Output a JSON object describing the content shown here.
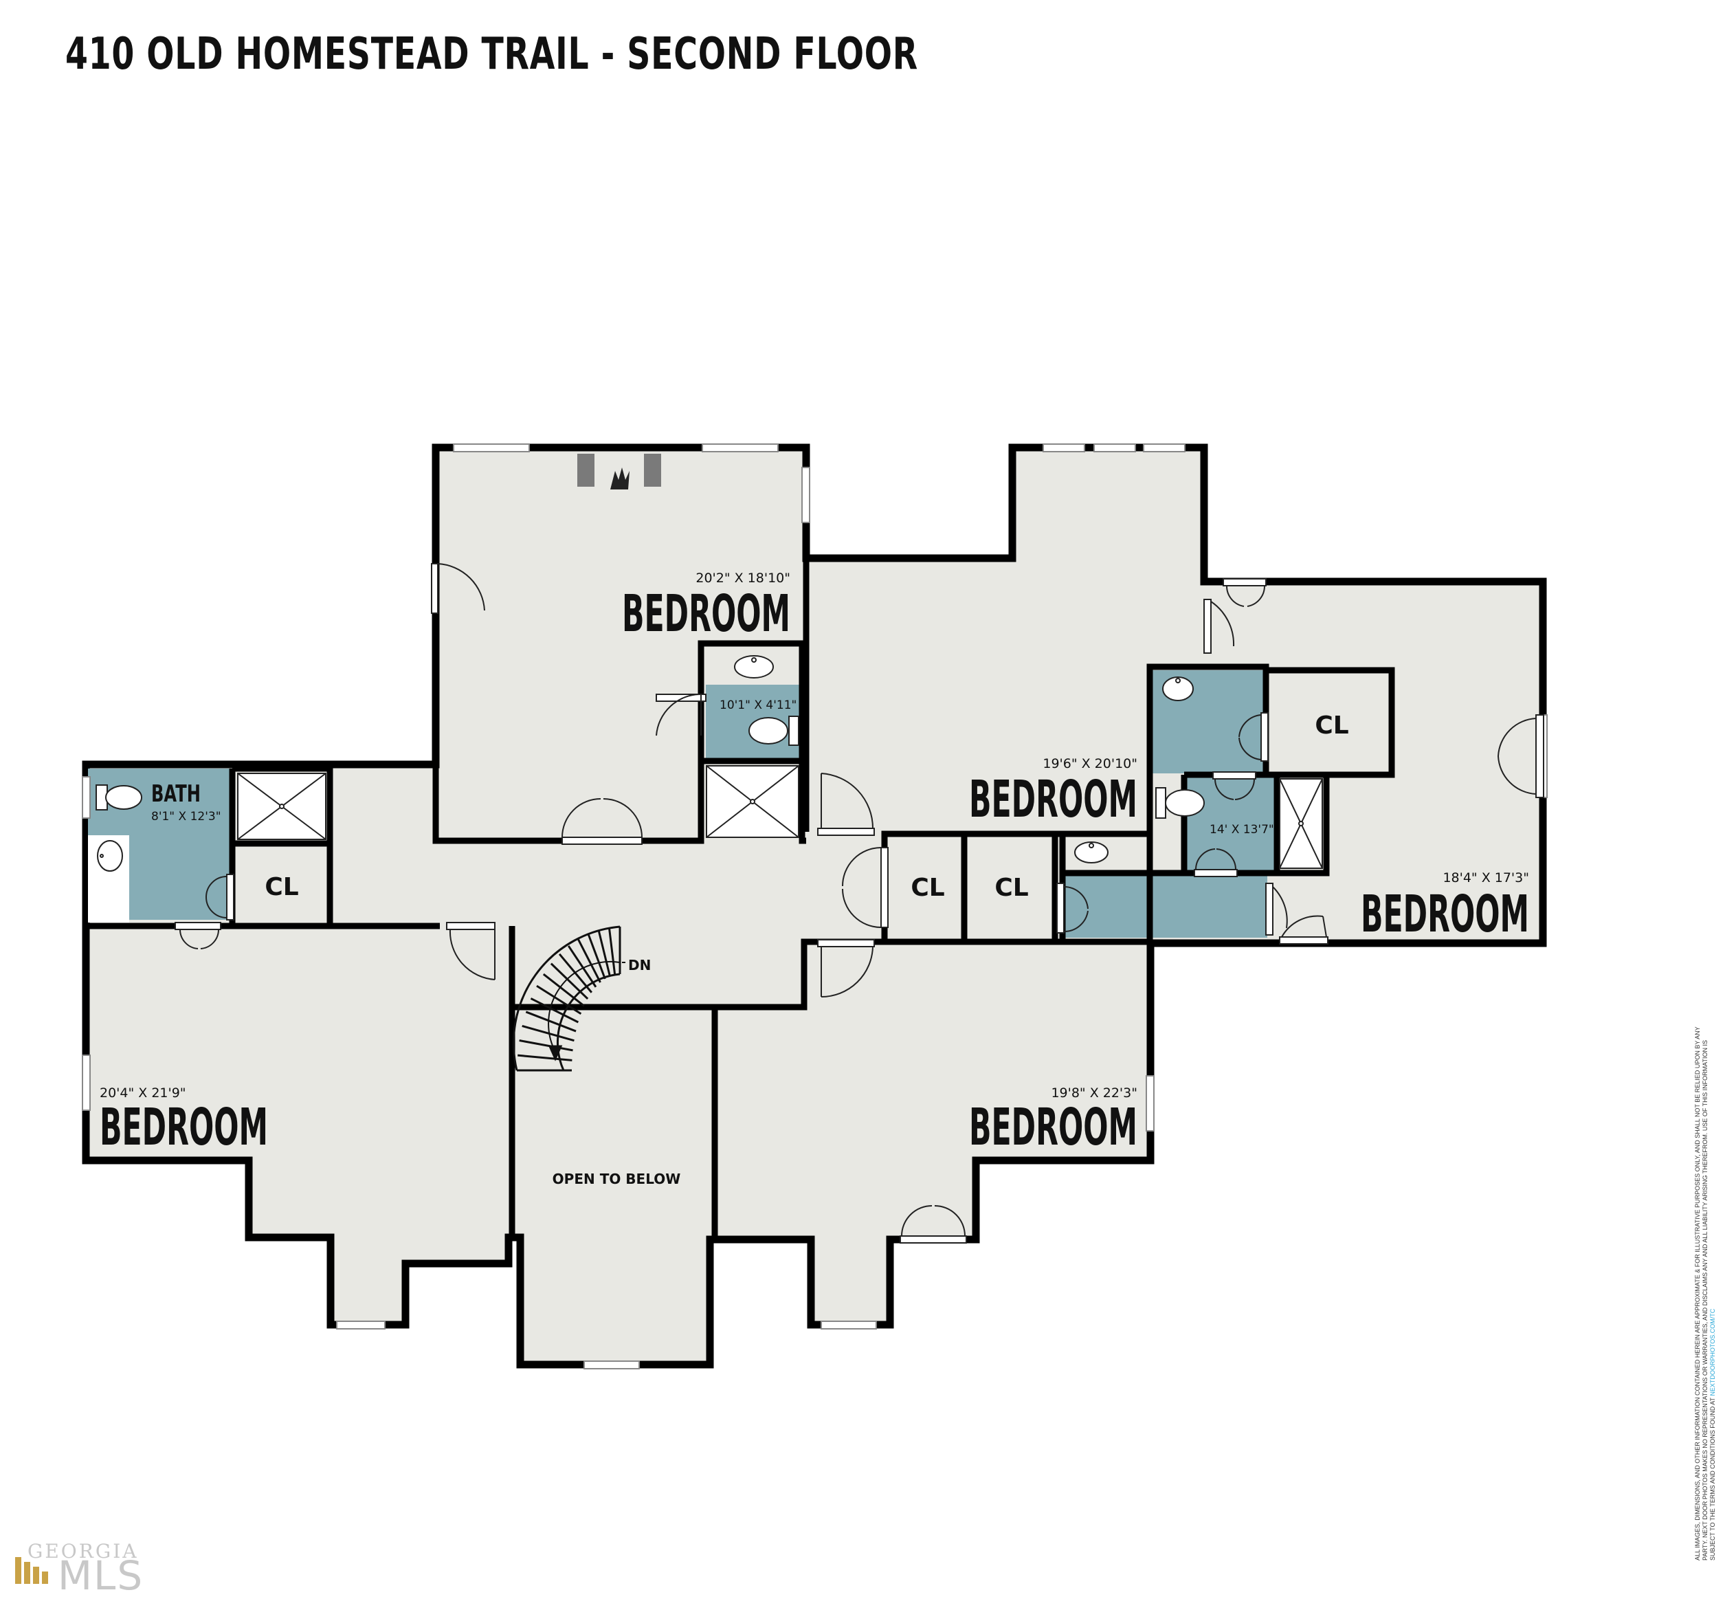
{
  "title": "410 OLD HOMESTEAD TRAIL - SECOND FLOOR",
  "colors": {
    "floor": "#e8e8e3",
    "bath": "#86adb6",
    "wall": "#000000",
    "window": "#ffffff",
    "text": "#111111",
    "logo": "#c8c8c8",
    "logo_gold": "#c9a246",
    "link": "#29a8d8"
  },
  "rooms": [
    {
      "id": "bedroom-top",
      "name": "BEDROOM",
      "dims": "20'2\" X 18'10\""
    },
    {
      "id": "bedroom-upper-right",
      "name": "BEDROOM",
      "dims": "19'6\" X 20'10\""
    },
    {
      "id": "bedroom-far-right",
      "name": "BEDROOM",
      "dims": "18'4\" X 17'3\""
    },
    {
      "id": "bedroom-left",
      "name": "BEDROOM",
      "dims": "20'4\" X 21'9\""
    },
    {
      "id": "bedroom-lower-right",
      "name": "BEDROOM",
      "dims": "19'8\" X 22'3\""
    },
    {
      "id": "bath-left",
      "name": "BATH",
      "dims": "8'1\" X 12'3\""
    },
    {
      "id": "bath-small",
      "name": "",
      "dims": "10'1\" X 4'11\""
    },
    {
      "id": "bath-right",
      "name": "",
      "dims": "14' X 13'7\""
    }
  ],
  "closets": [
    "CL",
    "CL",
    "CL",
    "CL"
  ],
  "labels": {
    "stairs_down": "DN",
    "open_to_below": "OPEN TO BELOW"
  },
  "icons": [
    "fireplace-icon",
    "sink-icon",
    "toilet-icon",
    "shower-icon",
    "door-swing-icon",
    "window-icon",
    "stair-arrow-icon"
  ],
  "disclaimer": {
    "text": "ALL IMAGES, DIMENSIONS, AND OTHER INFORMATION CONTAINED HEREIN ARE APPROXIMATE & FOR ILLUSTRATIVE PURPOSES ONLY, AND SHALL NOT BE RELIED UPON BY ANY PARTY. NEXT DOOR PHOTOS MAKES NO REPRESENTATIONS OR WARRANTIES, AND DISCLAIMS ANY AND ALL LIABILITY ARISING THEREFROM. USE OF THIS INFORMATION IS SUBJECT TO THE TERMS AND CONDITIONS FOUND AT",
    "link": "NEXTDOORPHOTOS.COM/TC"
  },
  "logo": {
    "top": "GEORGIA",
    "bottom": "MLS"
  }
}
